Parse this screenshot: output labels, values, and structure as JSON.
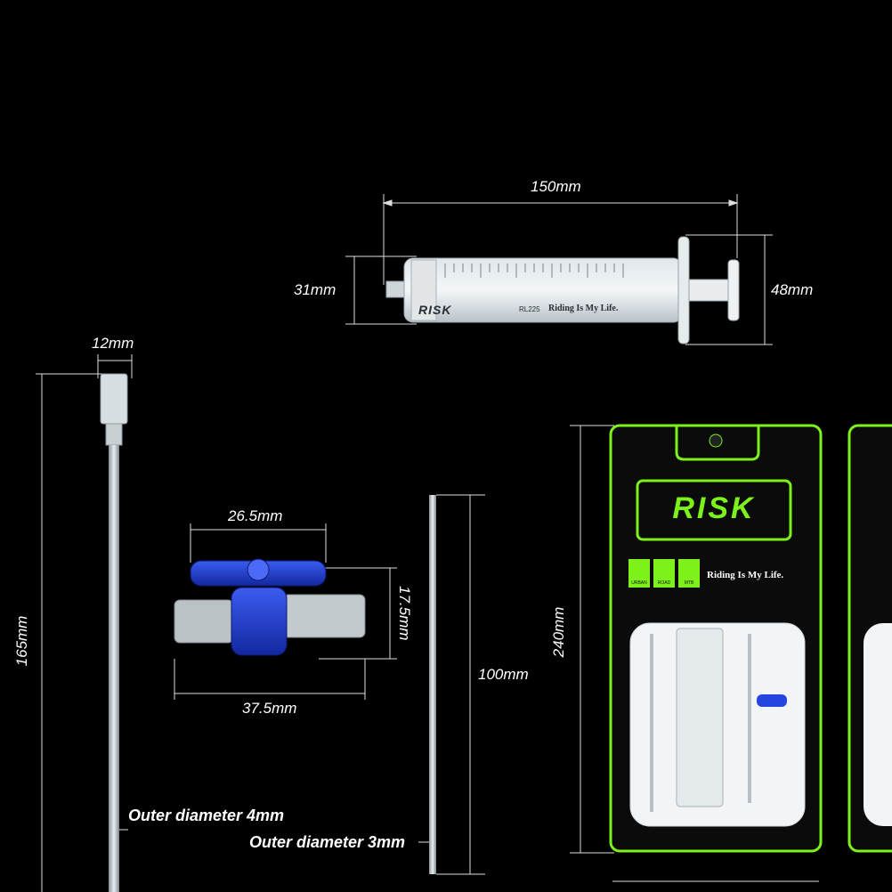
{
  "dimensions": {
    "syringe_length": "150mm",
    "syringe_barrel_height": "31mm",
    "syringe_flange_height": "48mm",
    "needle_hub_width": "12mm",
    "needle_length": "165mm",
    "valve_handle_width": "26.5mm",
    "valve_body_length": "37.5mm",
    "valve_height": "17.5mm",
    "tube_length": "100mm",
    "bag_height": "240mm"
  },
  "notes": {
    "needle_outer_diameter": "Outer diameter 4mm",
    "tube_outer_diameter": "Outer diameter 3mm"
  },
  "syringe_print": {
    "brand": "RISK",
    "model": "RL225",
    "slogan": "Riding Is My Life."
  },
  "package": {
    "brand": "RISK",
    "slogan": "Riding Is My Life.",
    "badge_labels": [
      "URBAN",
      "ROAD",
      "MTB"
    ]
  },
  "colors": {
    "background": "#000000",
    "package_green": "#7cf21a",
    "valve_blue": "#1f3fd6",
    "dimension_line": "#dcdcdc"
  }
}
